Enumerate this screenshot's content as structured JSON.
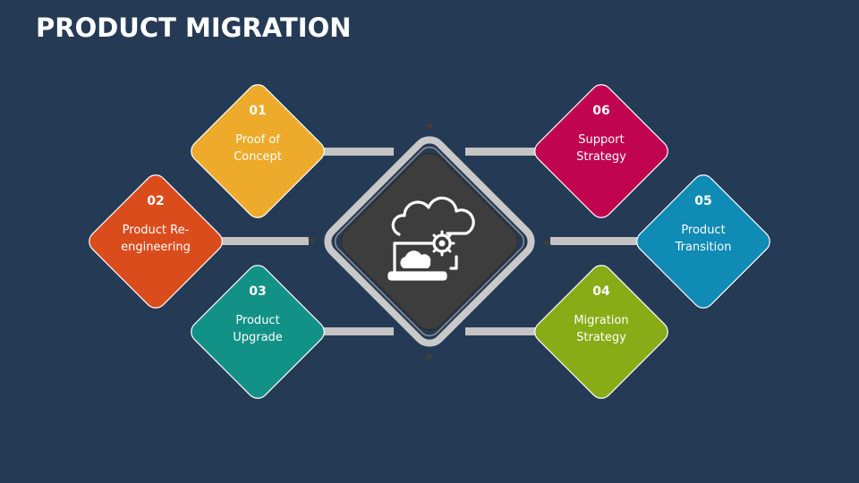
{
  "title": "PRODUCT MIGRATION",
  "colors": {
    "background": "#253a55",
    "center": "#3d3d3d",
    "ring": "#c9c9c9",
    "connector": "#c4c4c4"
  },
  "center_icon": "cloud-laptop-gear-icon",
  "steps": [
    {
      "number": "01",
      "label": "Proof of Concept",
      "color": "#eeaa2a"
    },
    {
      "number": "02",
      "label": "Product Re-engineering",
      "color": "#db4c1d"
    },
    {
      "number": "03",
      "label": "Product Upgrade",
      "color": "#129187"
    },
    {
      "number": "04",
      "label": "Migration Strategy",
      "color": "#88ac16"
    },
    {
      "number": "05",
      "label": "Product Transition",
      "color": "#0f8bb5"
    },
    {
      "number": "06",
      "label": "Support Strategy",
      "color": "#c1044f"
    }
  ]
}
